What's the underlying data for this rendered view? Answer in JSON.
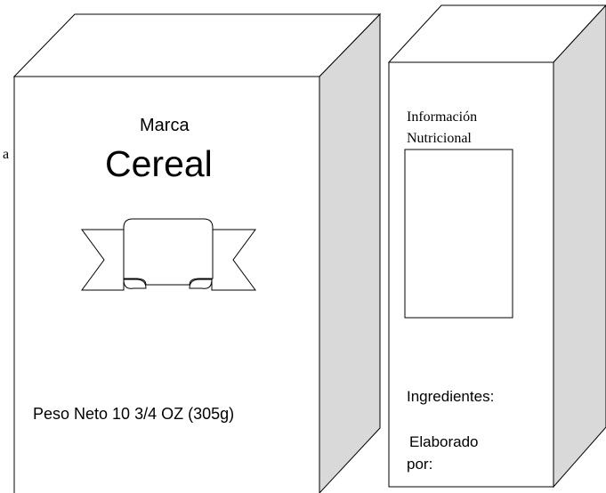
{
  "front_panel": {
    "stray_text": "a",
    "brand": "Marca",
    "product": "Cereal",
    "net_weight": "Peso Neto 10 3/4 OZ (305g)"
  },
  "side_panel": {
    "nutrition_line1": "Información",
    "nutrition_line2": "Nutricional",
    "ingredients": "Ingredientes:",
    "made_by_line1": "Elaborado",
    "made_by_line2": "por:"
  },
  "colors": {
    "outline": "#000000",
    "front_face": "#ffffff",
    "side_face": "#d9d9d9"
  }
}
